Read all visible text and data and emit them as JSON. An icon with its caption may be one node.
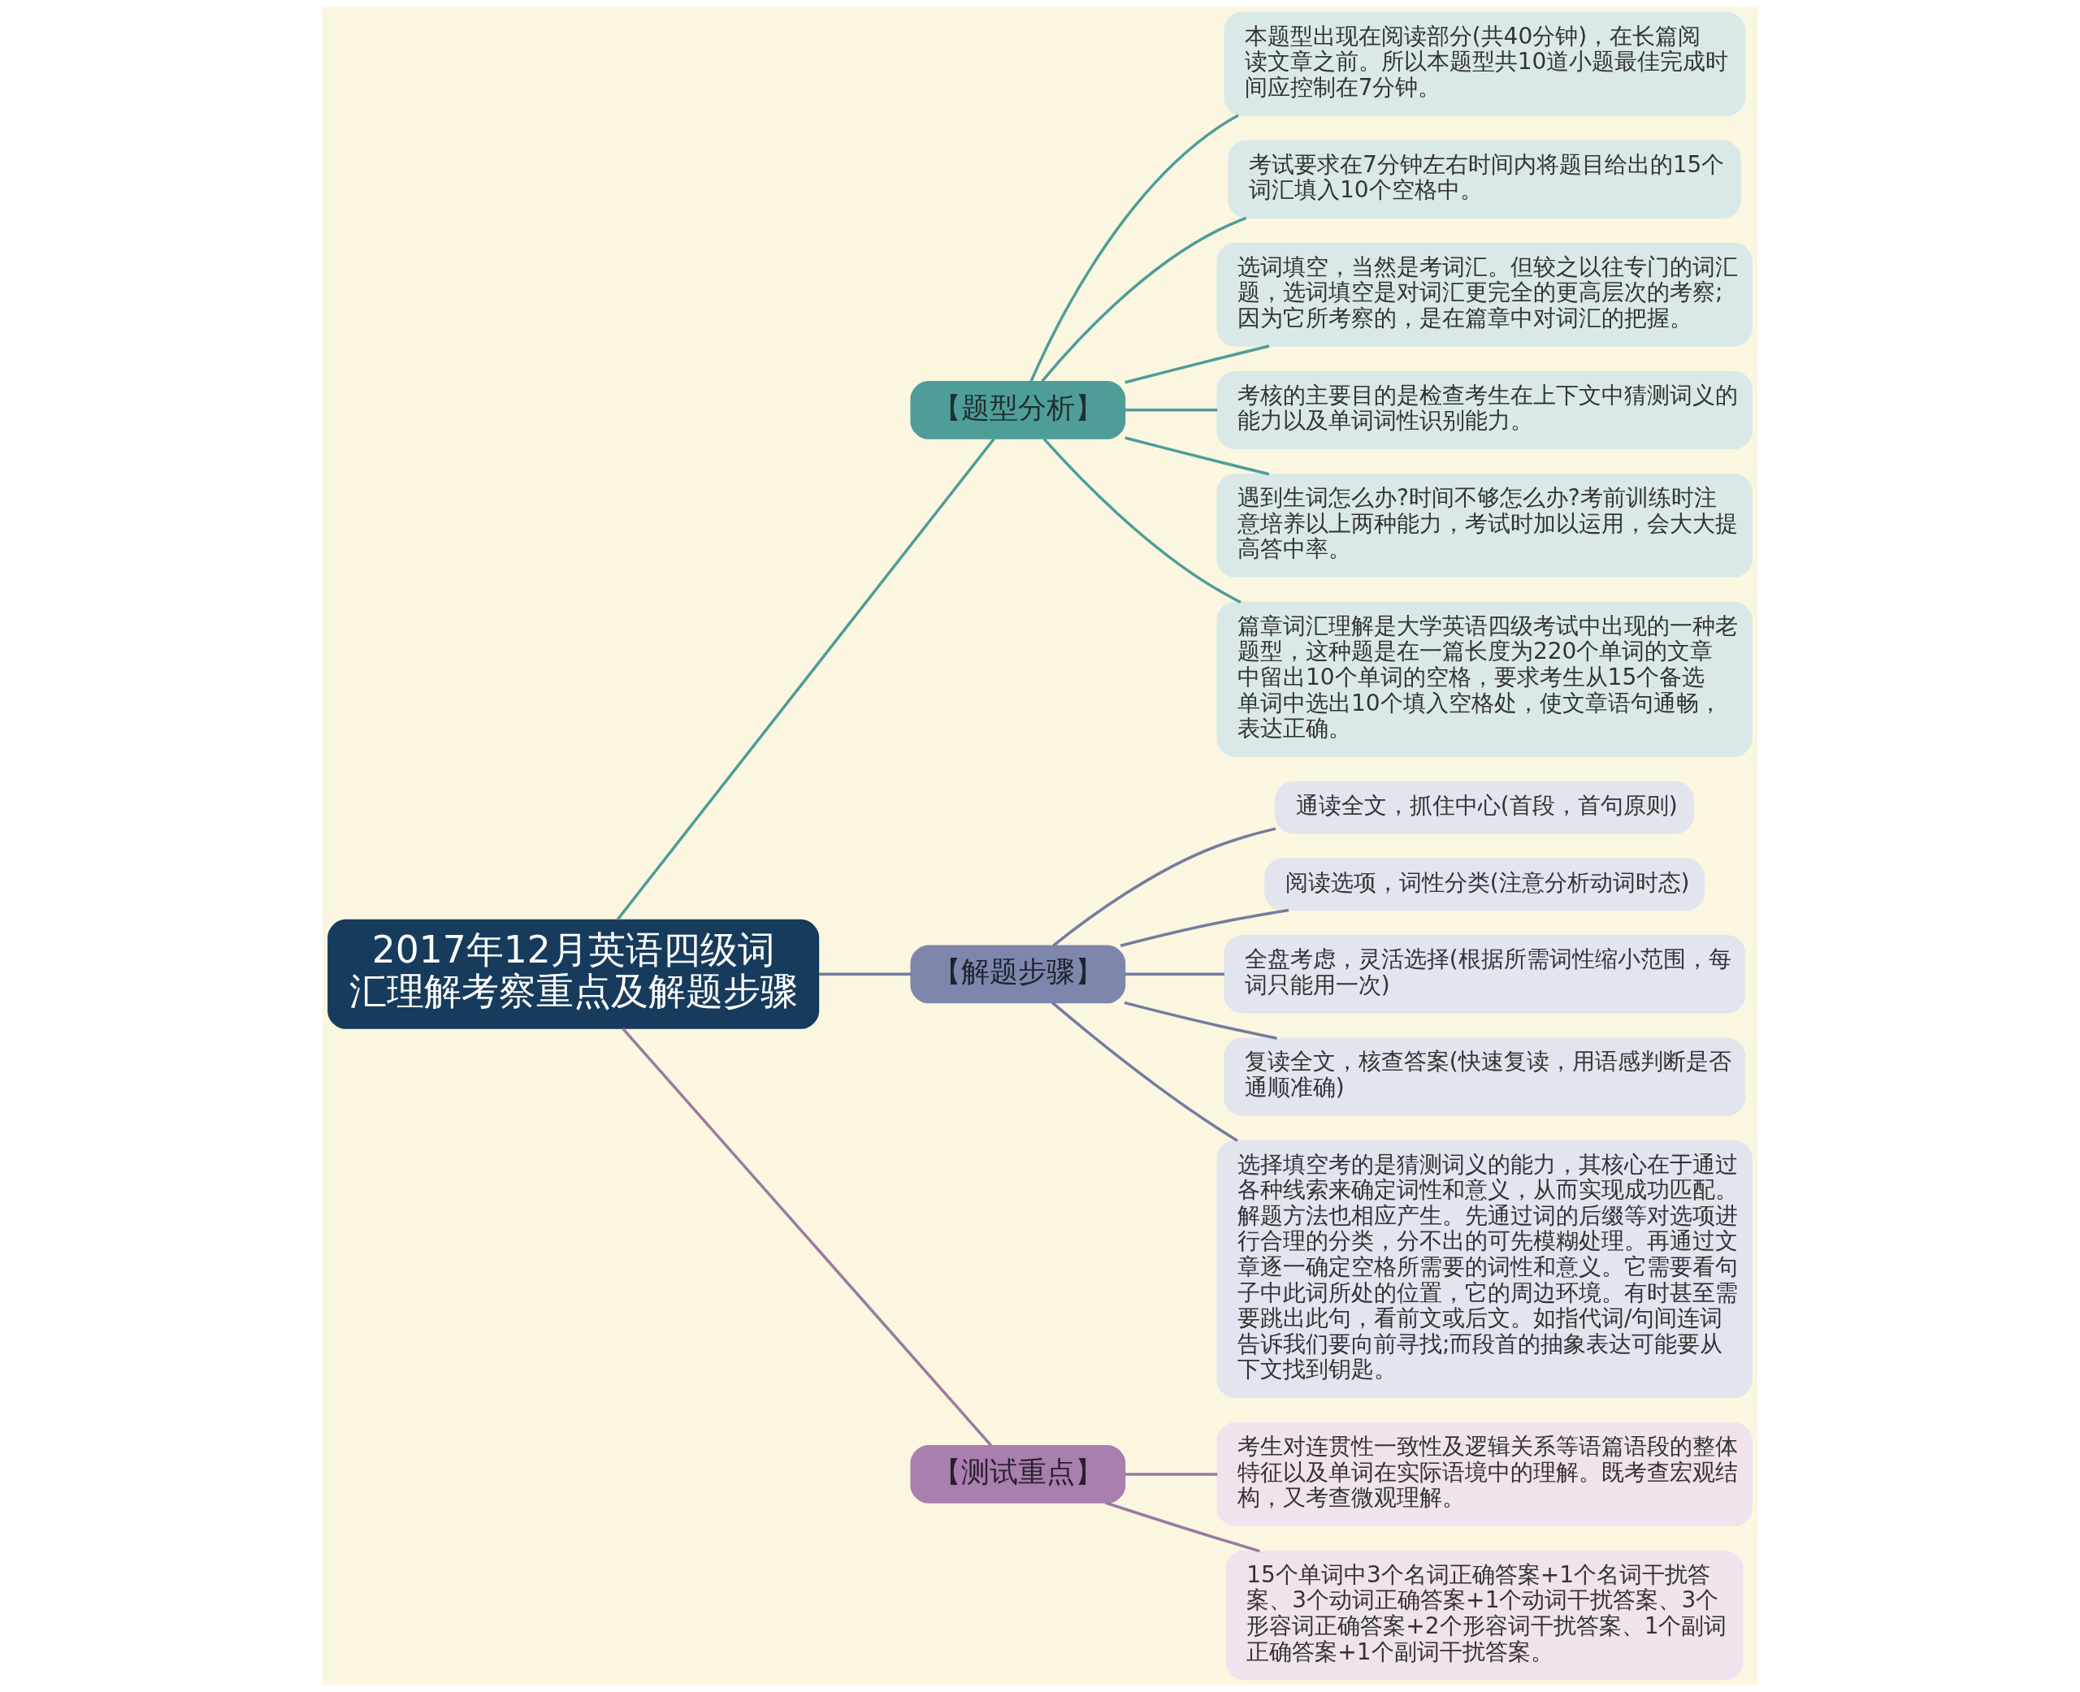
{
  "diagram": {
    "nodes": [
      {
        "text": [
          "2017年12月英语四级词汇理解考察重点及解题步骤"
        ]
      },
      {
        "text": [
          "【题型分析】"
        ]
      },
      {
        "text": [
          "本题型出现在阅读部分(共40分钟)，在长篇阅读文章之前。所以本题型共10道小题最佳完成时间应控制在7分钟。"
        ]
      },
      {
        "text": [
          "考试要求在7分钟左右时间内将题目给出的15个词汇填入10个空格中。"
        ]
      },
      {
        "text": [
          "选词填空，当然是考词汇。但较之以往专门的词汇题，选词填空是对词汇更完全的更高层次的考察;因为它所考察的，是在篇章中对词汇的把握。"
        ]
      },
      {
        "text": [
          "考核的主要目的是检查考生在上下文中猜测词义的能力以及单词词性识别能力。"
        ]
      },
      {
        "text": [
          "遇到生词怎么办?时间不够怎么办?考前训练时注意培养以上两种能力，考试时加以运用，会大大提高答中率。"
        ]
      },
      {
        "text": [
          "篇章词汇理解是大学英语四级考试中出现的一种老题型，这种题是在一篇长度为220个单词的文章中留出10个单词的空格，要求考生从15个备选单词中选出10个填入空格处，使文章语句通畅，表达正确。"
        ]
      },
      {
        "text": [
          "【解题步骤】"
        ]
      },
      {
        "text": [
          "通读全文，抓住中心(首段，首句原则)"
        ]
      },
      {
        "text": [
          "阅读选项，词性分类(注意分析动词时态)"
        ]
      },
      {
        "text": [
          "全盘考虑，灵活选择(根据所需词性缩小范围，每词只能用一次)"
        ]
      },
      {
        "text": [
          "复读全文，核查答案(快速复读，用语感判断是否通顺准确)"
        ]
      },
      {
        "text": [
          "选择填空考的是猜测词义的能力，其核心在于通过各种线索来确定词性和意义，从而实现成功匹配。解题方法也相应产生。先通过词的后缀等对选项进行合理的分类，分不出的可先模糊处理。再通过文章逐一确定空格所需要的词性和意义。它需要看句子中此词所处的位置，它的周边环境。有时甚至需要跳出此句，看前文或后文。如指代词/句间连词告诉我们要向前寻找;而段首的抽象表达可能要从下文找到钥匙。"
        ]
      },
      {
        "text": [
          "【测试重点】"
        ]
      },
      {
        "text": [
          "考生对连贯性一致性及逻辑关系等语篇语段的整体特征以及单词在实际语境中的理解。既考查宏观结构，又考查微观理解。"
        ]
      },
      {
        "text": [
          "15个单词中3个名词正确答案+1个名词干扰答案、3个动词正确答案+1个动词干扰答案、3个形容词正确答案+2个形容词干扰答案、1个副词正确答案+1个副词干扰答案。"
        ]
      }
    ],
    "edges": [
      {
        "from": 0,
        "to": 1,
        "arrow": "none"
      },
      {
        "from": 1,
        "to": 2,
        "arrow": "none"
      },
      {
        "from": 1,
        "to": 3,
        "arrow": "none"
      },
      {
        "from": 1,
        "to": 4,
        "arrow": "none"
      },
      {
        "from": 1,
        "to": 5,
        "arrow": "none"
      },
      {
        "from": 1,
        "to": 6,
        "arrow": "none"
      },
      {
        "from": 1,
        "to": 7,
        "arrow": "none"
      },
      {
        "from": 0,
        "to": 8,
        "arrow": "none",
        "color": "#737ca0"
      },
      {
        "from": 8,
        "to": 9,
        "arrow": "none",
        "color": "#737ca0"
      },
      {
        "from": 8,
        "to": 10,
        "arrow": "none",
        "color": "#737ca0"
      },
      {
        "from": 8,
        "to": 11,
        "arrow": "none",
        "color": "#737ca0"
      },
      {
        "from": 8,
        "to": 12,
        "arrow": "none",
        "color": "#737ca0"
      },
      {
        "from": 8,
        "to": 13,
        "arrow": "none",
        "color": "#737ca0"
      },
      {
        "from": 0,
        "to": 14,
        "arrow": "none",
        "color": "#9b7aa0"
      },
      {
        "from": 14,
        "to": 15,
        "arrow": "none",
        "color": "#9b7aa0"
      },
      {
        "from": 14,
        "to": 16,
        "arrow": "none",
        "color": "#9b7aa0"
      }
    ]
  }
}
